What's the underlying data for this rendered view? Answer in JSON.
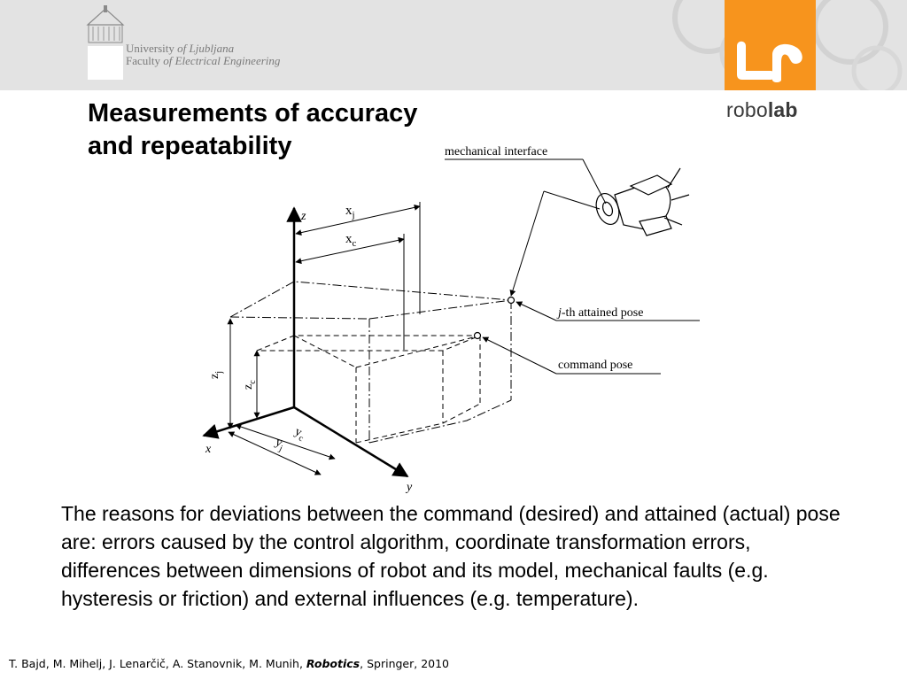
{
  "header": {
    "university_line1_a": "University",
    "university_line1_b": "of Ljubljana",
    "university_line2_a": "Faculty",
    "university_line2_b": "of Electrical Engineering",
    "brand_a": "robo",
    "brand_b": "lab",
    "brand_color": "#f7941d"
  },
  "slide": {
    "title_line1": "Measurements of accuracy",
    "title_line2": "and repeatability",
    "body": "The reasons for deviations between the command (desired) and attained (actual) pose are: errors caused by the control algorithm, coordinate transformation errors, differences between dimensions of robot and its model, mechanical faults (e.g. hysteresis or friction) and external influences (e.g. temperature)."
  },
  "diagram": {
    "label_mechanical_interface": "mechanical interface",
    "label_attained_j": "j",
    "label_attained_rest": "-th attained pose",
    "label_command_pose": "command pose",
    "axis_z": "z",
    "axis_x": "x",
    "axis_y": "y",
    "dim_x": "x",
    "sub_j": "j",
    "sub_c": "c",
    "dim_z": "z",
    "dim_y": "y"
  },
  "citation": {
    "authors": "T. Bajd, M. Mihelj, J. Lenarčič, A. Stanovnik, M. Munih, ",
    "book": "Robotics",
    "publisher": ", Springer, 2010"
  }
}
